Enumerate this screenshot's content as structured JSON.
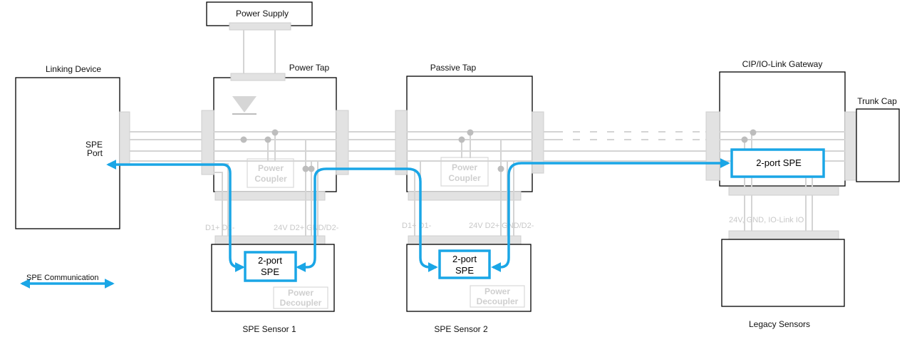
{
  "colors": {
    "spe_path": "#1aa6e6",
    "wire": "#d4d4d4",
    "box_border": "#000000"
  },
  "labels": {
    "power_supply": "Power Supply",
    "linking_device": "Linking Device",
    "power_tap": "Power Tap",
    "passive_tap": "Passive Tap",
    "gateway": "CIP/IO-Link Gateway",
    "trunk_cap": "Trunk Cap",
    "spe_port_line1": "SPE",
    "spe_port_line2": "Port",
    "power_coupler_line1": "Power",
    "power_coupler_line2": "Coupler",
    "power_decoupler_line1": "Power",
    "power_decoupler_line2": "Decoupler",
    "two_port_line1": "2-port",
    "two_port_line2": "SPE",
    "two_port_spe": "2-port SPE",
    "d1": "D1+ D1-",
    "d2": "24V D2+ GND/D2-",
    "gateway_io": "24V, GND, IO-Link IO",
    "spe_sensor_1": "SPE Sensor 1",
    "spe_sensor_2": "SPE Sensor 2",
    "legacy_sensors": "Legacy Sensors",
    "legend": "SPE Communication"
  }
}
